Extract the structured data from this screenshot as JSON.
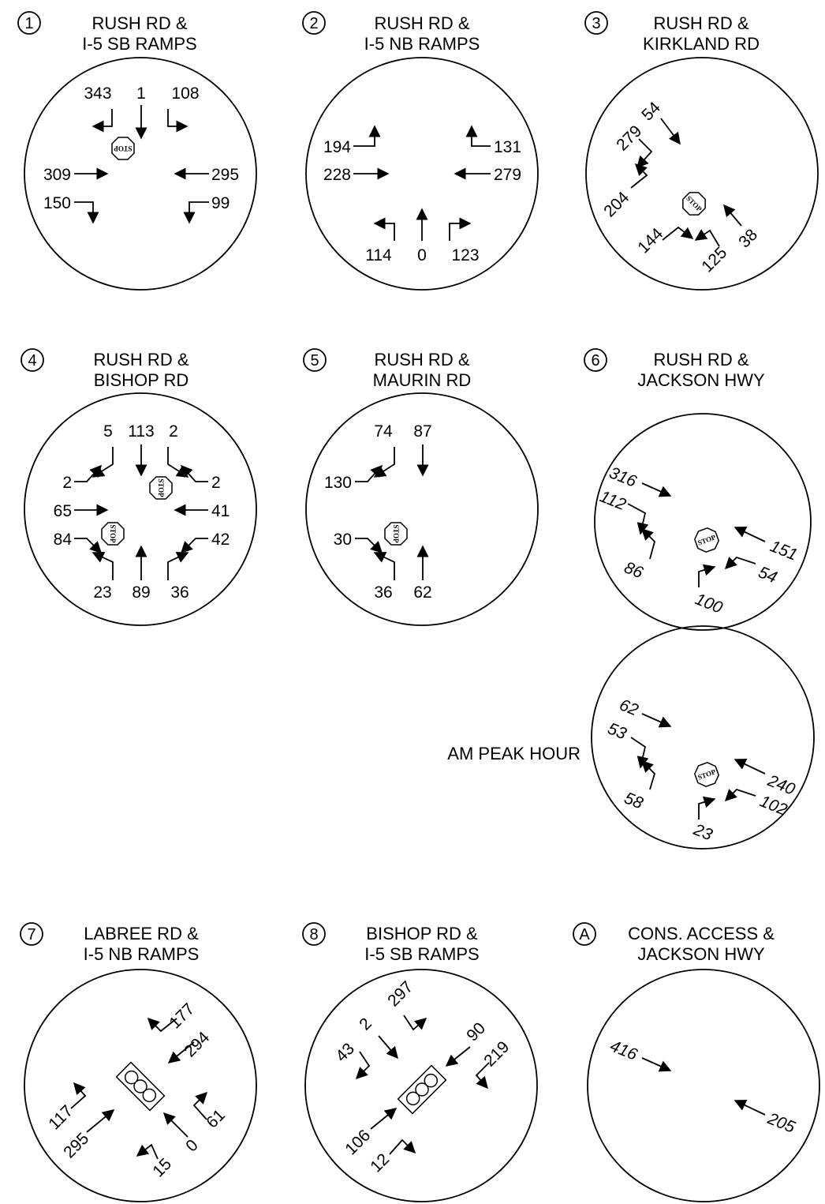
{
  "stop_sign_text": "STOP",
  "peak_label": "AM PEAK HOUR",
  "intersections": [
    {
      "id": "1",
      "title_line1": "RUSH RD &",
      "title_line2": "I-5 SB RAMPS",
      "counts": {
        "sb_left": "343",
        "sb_thru": "1",
        "sb_right": "108",
        "eb_thru": "309",
        "eb_right": "150",
        "wb_thru": "295",
        "wb_left": "99"
      }
    },
    {
      "id": "2",
      "title_line1": "RUSH RD &",
      "title_line2": "I-5 NB RAMPS",
      "counts": {
        "eb_left": "194",
        "eb_thru": "228",
        "wb_right": "131",
        "wb_thru": "279",
        "nb_left": "114",
        "nb_thru": "0",
        "nb_right": "123"
      }
    },
    {
      "id": "3",
      "title_line1": "RUSH RD &",
      "title_line2": "KIRKLAND RD",
      "counts": {
        "a": "279",
        "b": "54",
        "c": "204",
        "d": "144",
        "e": "125",
        "f": "38"
      }
    },
    {
      "id": "4",
      "title_line1": "RUSH RD &",
      "title_line2": "BISHOP RD",
      "counts": {
        "sb_right": "5",
        "sb_thru": "113",
        "sb_left": "2",
        "eb_left": "2",
        "wb_right": "2",
        "eb_thru": "65",
        "wb_thru": "41",
        "eb_right": "84",
        "wb_left": "42",
        "nb_left": "23",
        "nb_thru": "89",
        "nb_right": "36"
      }
    },
    {
      "id": "5",
      "title_line1": "RUSH RD &",
      "title_line2": "MAURIN RD",
      "counts": {
        "sb_right": "74",
        "sb_thru": "87",
        "eb": "130",
        "wb": "30",
        "nb_left": "36",
        "nb_thru": "62"
      }
    },
    {
      "id": "6",
      "title_line1": "RUSH RD &",
      "title_line2": "JACKSON HWY",
      "counts": {
        "a": "316",
        "b": "112",
        "c": "86",
        "d": "151",
        "e": "54",
        "f": "100"
      }
    },
    {
      "id": "6b",
      "counts": {
        "a": "62",
        "b": "53",
        "c": "58",
        "d": "240",
        "e": "102",
        "f": "23"
      }
    },
    {
      "id": "7",
      "title_line1": "LABREE RD &",
      "title_line2": "I-5 NB RAMPS",
      "counts": {
        "a": "177",
        "b": "294",
        "c": "117",
        "d": "295",
        "e": "61",
        "f": "0",
        "g": "15"
      }
    },
    {
      "id": "8",
      "title_line1": "BISHOP RD &",
      "title_line2": "I-5 SB RAMPS",
      "counts": {
        "a": "297",
        "b": "43",
        "c": "2",
        "d": "90",
        "e": "219",
        "f": "106",
        "g": "12"
      }
    },
    {
      "id": "A",
      "title_line1": "CONS. ACCESS &",
      "title_line2": "JACKSON HWY",
      "counts": {
        "a": "416",
        "b": "205"
      }
    }
  ]
}
